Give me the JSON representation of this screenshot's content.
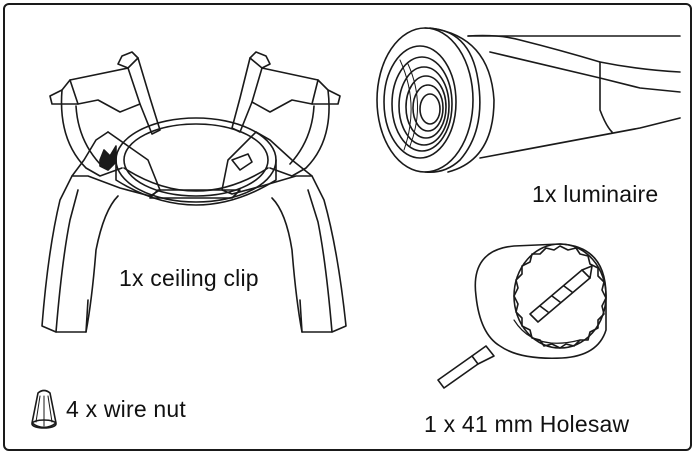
{
  "items": {
    "ceiling_clip": {
      "label": "1x ceiling clip",
      "icon": "ceiling-clip-icon"
    },
    "luminaire": {
      "label": "1x luminaire",
      "icon": "luminaire-icon"
    },
    "holesaw": {
      "label": "1 x 41 mm Holesaw",
      "icon": "holesaw-icon"
    },
    "wire_nut": {
      "label": "4 x wire nut",
      "icon": "wire-nut-icon"
    }
  },
  "colors": {
    "line": "#1a1a1a",
    "background": "#ffffff"
  }
}
